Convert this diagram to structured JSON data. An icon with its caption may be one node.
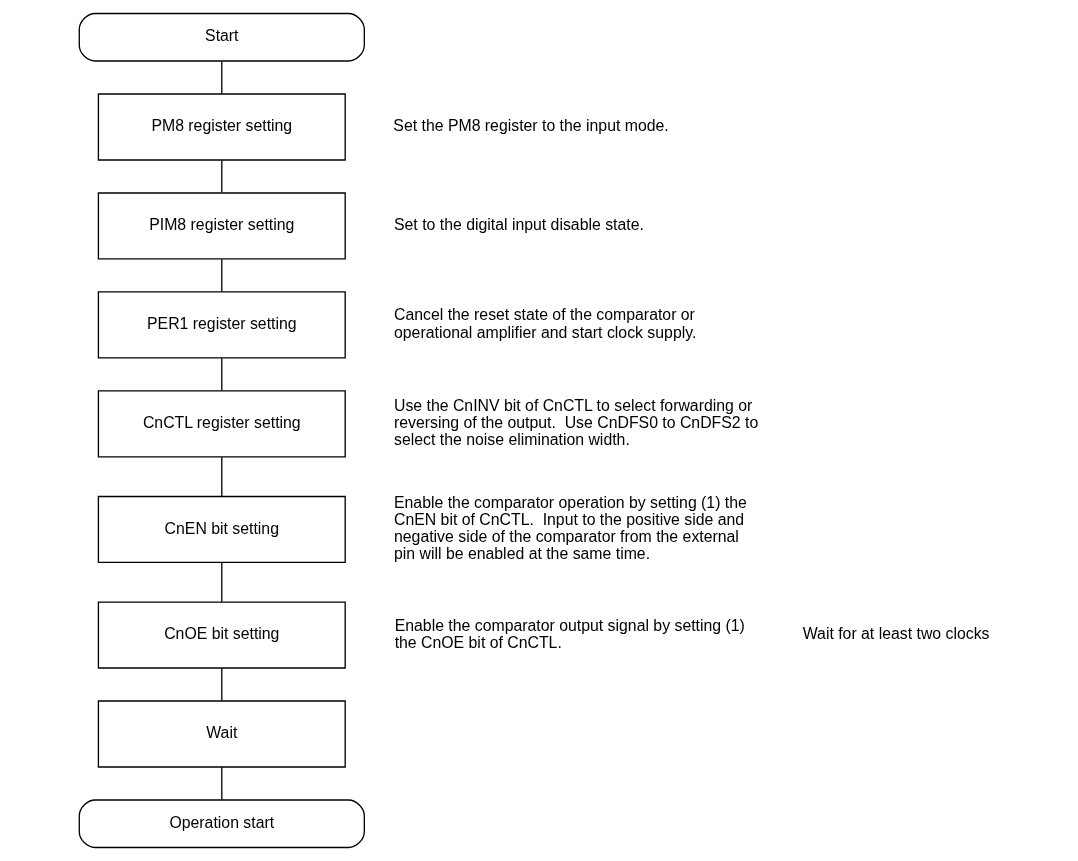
{
  "diagram": {
    "nodes": [
      {
        "text": [
          "Start"
        ]
      },
      {
        "text": [
          "PM8 register setting"
        ],
        "beside": [
          "Set the PM8 register to the input mode."
        ]
      },
      {
        "text": [
          "PIM8 register setting"
        ],
        "beside": [
          "Set to the digital input disable state."
        ]
      },
      {
        "text": [
          "PER1 register setting"
        ],
        "beside": [
          "Cancel the reset state of the comparator or operational amplifier and start clock supply."
        ]
      },
      {
        "text": [
          "CnCTL register setting"
        ],
        "beside": [
          "Use the CnINV bit of CnCTL to select forwarding or reversing of the output.  Use CnDFS0 to CnDFS2 to select the noise elimination width."
        ]
      },
      {
        "text": [
          "CnEN bit setting"
        ],
        "beside": [
          "Enable the comparator operation by setting (1) the CnEN bit of CnCTL.  Input to the positive side and negative side of the comparator from the external pin will be enabled at the same time."
        ]
      },
      {
        "text": [
          "CnOE bit setting"
        ],
        "beside": [
          "Enable the comparator output signal by setting (1) the CnOE bit of CnCTL."
        ]
      },
      {
        "text": [
          "Wait"
        ]
      },
      {
        "text": [
          "Operation start"
        ]
      }
    ],
    "edges": [
      {
        "from": 0,
        "to": 1,
        "arrow": "none"
      },
      {
        "from": 1,
        "to": 2,
        "arrow": "none"
      },
      {
        "from": 2,
        "to": 3,
        "arrow": "none"
      },
      {
        "from": 3,
        "to": 4,
        "arrow": "none"
      },
      {
        "from": 4,
        "to": 5,
        "arrow": "none"
      },
      {
        "from": 5,
        "to": 6,
        "arrow": "none"
      },
      {
        "from": 6,
        "to": 7,
        "arrow": "none"
      },
      {
        "from": 7,
        "to": 8,
        "arrow": "none"
      }
    ],
    "labels": [
      "Wait for at least two clocks"
    ]
  }
}
